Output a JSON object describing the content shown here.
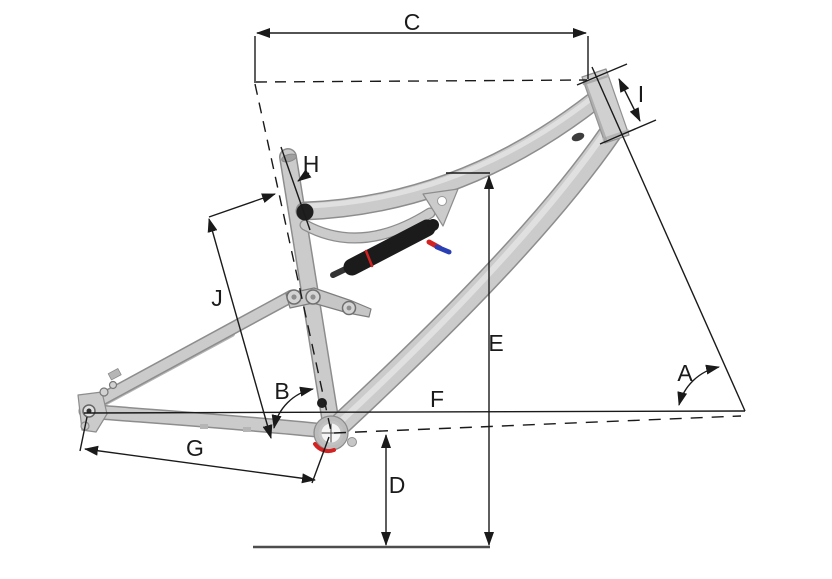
{
  "labels": [
    {
      "id": "A",
      "text": "A"
    },
    {
      "id": "B",
      "text": "B"
    },
    {
      "id": "C",
      "text": "C"
    },
    {
      "id": "D",
      "text": "D"
    },
    {
      "id": "E",
      "text": "E"
    },
    {
      "id": "F",
      "text": "F"
    },
    {
      "id": "G",
      "text": "G"
    },
    {
      "id": "H",
      "text": "H"
    },
    {
      "id": "I",
      "text": "I"
    },
    {
      "id": "J",
      "text": "J"
    }
  ],
  "colors": {
    "dim": "#1a1a1a",
    "ground": "#4d4d4d",
    "frame_light": "#cbcbcb",
    "frame_edge": "#8d8d8d",
    "frame_highlight": "#e4e4e4",
    "frame_mid": "#b5b5b5",
    "pivot": "#1f1f1f",
    "shock": "#1b1b1b",
    "accent_red": "#d32222",
    "accent_blue": "#2b3fb5"
  }
}
